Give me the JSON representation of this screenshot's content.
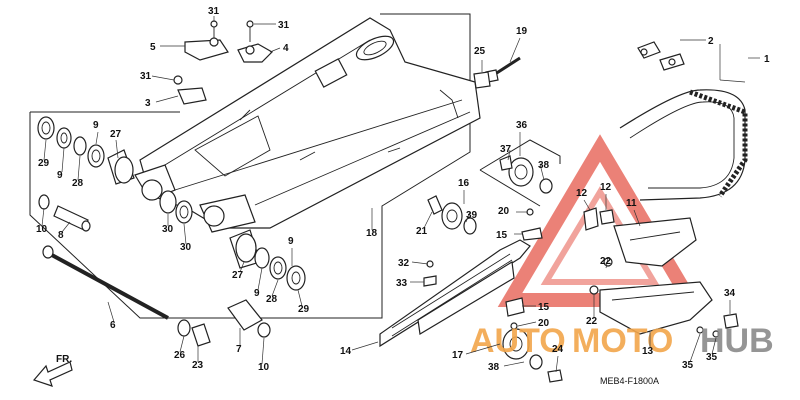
{
  "diagram": {
    "code": "MEB4-F1800A",
    "front_marker": "FR.",
    "watermark": {
      "brand_a": "AUTO",
      "brand_b": "MOTO",
      "brand_c": "HUB"
    },
    "colors": {
      "wm_orange": "#f2a64b",
      "wm_red": "#e03a2a",
      "wm_gray": "#8a8a8a",
      "ink": "#222222"
    },
    "labels": [
      "31",
      "31",
      "5",
      "4",
      "31",
      "3",
      "29",
      "9",
      "28",
      "9",
      "27",
      "10",
      "8",
      "30",
      "30",
      "27",
      "9",
      "28",
      "29",
      "9",
      "7",
      "6",
      "26",
      "23",
      "10",
      "18",
      "25",
      "19",
      "2",
      "1",
      "36",
      "37",
      "38",
      "16",
      "39",
      "21",
      "20",
      "15",
      "32",
      "33",
      "14",
      "17",
      "38",
      "24",
      "15",
      "20",
      "12",
      "12",
      "11",
      "22",
      "22",
      "34",
      "13",
      "35",
      "35"
    ]
  }
}
